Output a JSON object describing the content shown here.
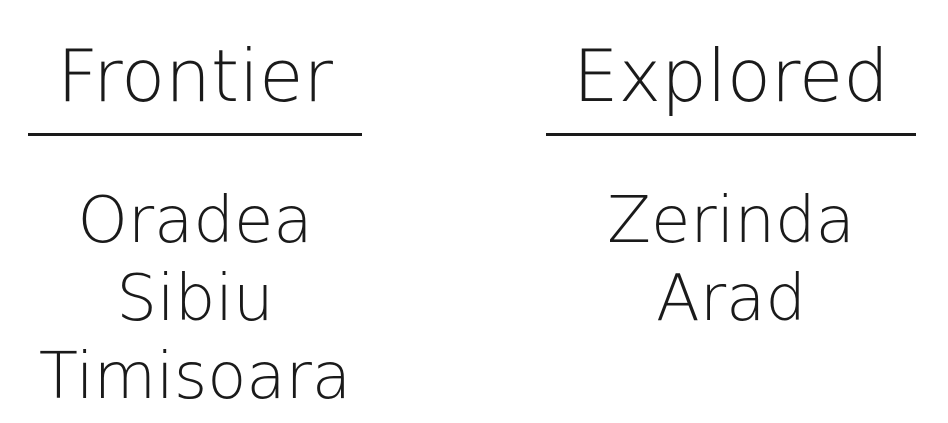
{
  "frontier": {
    "title": "Frontier",
    "items": [
      "Oradea",
      "Sibiu",
      "Timisoara"
    ]
  },
  "explored": {
    "title": "Explored",
    "items": [
      "Zerinda",
      "Arad"
    ]
  },
  "colors": {
    "text": "#1a1a1a",
    "background": "#ffffff"
  }
}
